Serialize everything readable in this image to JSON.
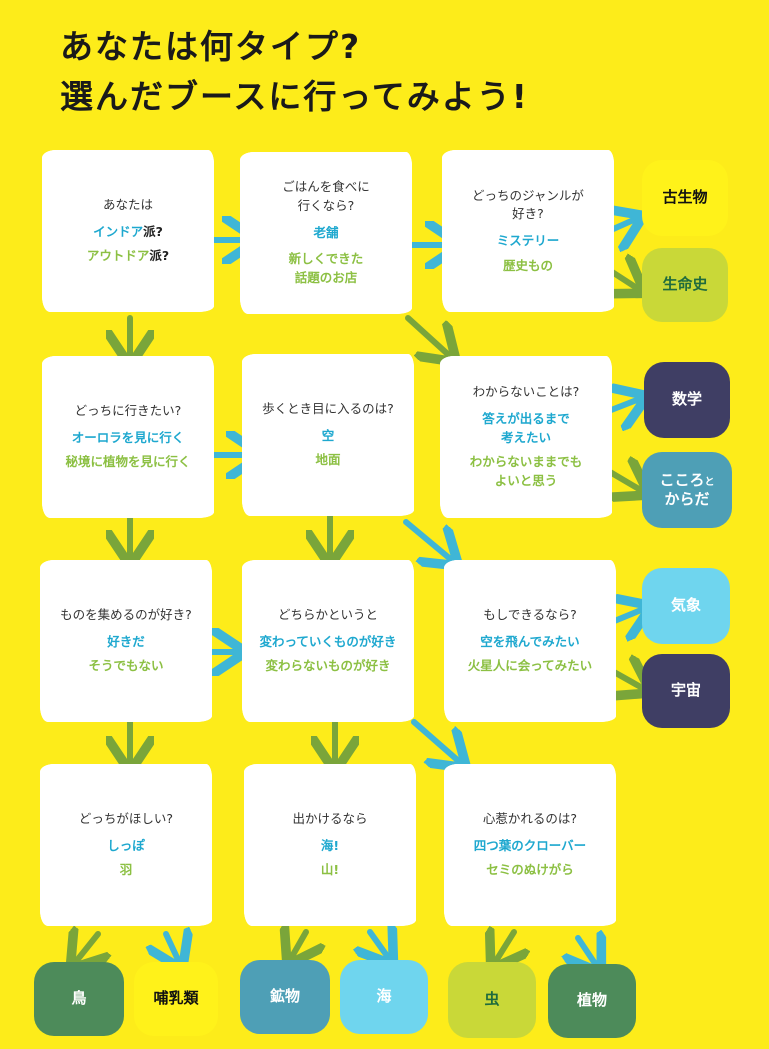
{
  "title": {
    "line1": "あなたは何タイプ?",
    "line2": "選んだブースに行ってみよう!"
  },
  "cards": {
    "c1": {
      "q": "あなたは",
      "a1": "インドア",
      "a1s": "派?",
      "a2": "アウトドア",
      "a2s": "派?"
    },
    "c2": {
      "q1": "ごはんを食べに",
      "q2": "行くなら?",
      "a1": "老舗",
      "a2a": "新しくできた",
      "a2b": "話題のお店"
    },
    "c3": {
      "q1": "どっちのジャンルが",
      "q2": "好き?",
      "a1": "ミステリー",
      "a2": "歴史もの"
    },
    "c4": {
      "q": "どっちに行きたい?",
      "a1": "オーロラを見に行く",
      "a2": "秘境に植物を見に行く"
    },
    "c5": {
      "q": "歩くとき目に入るのは?",
      "a1": "空",
      "a2": "地面"
    },
    "c6": {
      "q": "わからないことは?",
      "a1a": "答えが出るまで",
      "a1b": "考えたい",
      "a2a": "わからないままでも",
      "a2b": "よいと思う"
    },
    "c7": {
      "q": "ものを集めるのが好き?",
      "a1": "好きだ",
      "a2": "そうでもない"
    },
    "c8": {
      "q": "どちらかというと",
      "a1": "変わっていくものが好き",
      "a2": "変わらないものが好き"
    },
    "c9": {
      "q": "もしできるなら?",
      "a1": "空を飛んでみたい",
      "a2": "火星人に会ってみたい"
    },
    "c10": {
      "q": "どっちがほしい?",
      "a1": "しっぽ",
      "a2": "羽"
    },
    "c11": {
      "q": "出かけるなら",
      "a1": "海!",
      "a2": "山!"
    },
    "c12": {
      "q": "心惹かれるのは?",
      "a1": "四つ葉のクローバー",
      "a2": "セミのぬけがら"
    }
  },
  "results": {
    "kosei": "古生物",
    "seimei": "生命史",
    "sugaku": "数学",
    "kokoro1": "こころ",
    "kokoro_to": "と",
    "kokoro2": "からだ",
    "kisho": "気象",
    "uchu": "宇宙",
    "tori": "鳥",
    "honyu": "哺乳類",
    "kobutsu": "鉱物",
    "umi": "海",
    "mushi": "虫",
    "shokubutsu": "植物"
  },
  "colors": {
    "background": "#fdec1a",
    "blue_answer": "#1ea8cf",
    "green_answer": "#8cc043",
    "arrow_blue": "#3fb6d6",
    "arrow_green": "#7aa53a",
    "dark_navy": "#3f3e64",
    "teal": "#4e9fb6",
    "light_blue": "#6fd5ee",
    "dark_green": "#4d8b5a",
    "lime": "#c9d838",
    "yellow": "#fff21a"
  }
}
